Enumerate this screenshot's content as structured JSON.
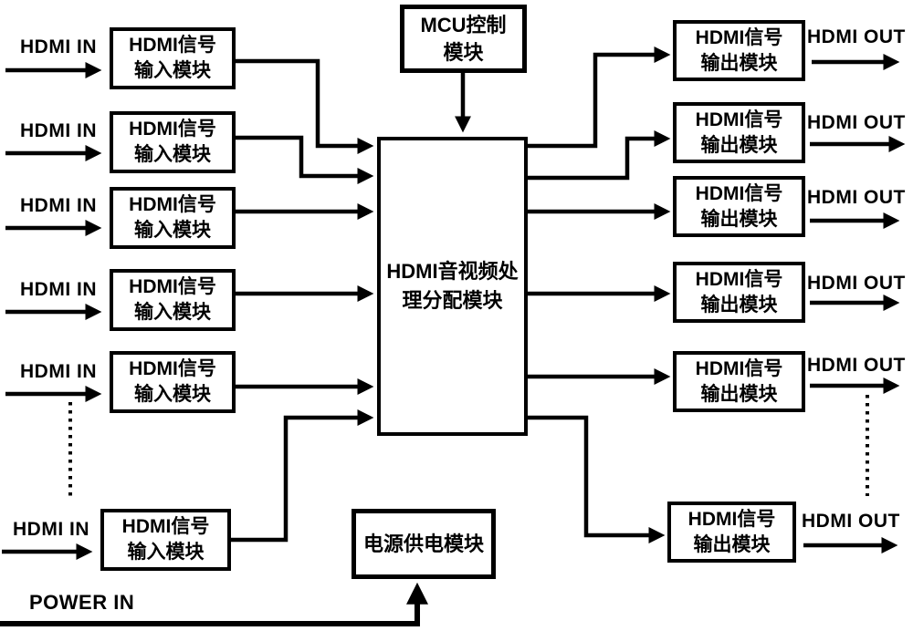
{
  "colors": {
    "ink": "#000000",
    "background": "#ffffff"
  },
  "input_rows": [
    {
      "port_label": "HDMI IN",
      "box_line1": "HDMI信号",
      "box_line2": "输入模块"
    },
    {
      "port_label": "HDMI IN",
      "box_line1": "HDMI信号",
      "box_line2": "输入模块"
    },
    {
      "port_label": "HDMI IN",
      "box_line1": "HDMI信号",
      "box_line2": "输入模块"
    },
    {
      "port_label": "HDMI IN",
      "box_line1": "HDMI信号",
      "box_line2": "输入模块"
    },
    {
      "port_label": "HDMI IN",
      "box_line1": "HDMI信号",
      "box_line2": "输入模块"
    },
    {
      "port_label": "HDMI IN",
      "box_line1": "HDMI信号",
      "box_line2": "输入模块"
    }
  ],
  "output_rows": [
    {
      "port_label": "HDMI OUT",
      "box_line1": "HDMI信号",
      "box_line2": "输出模块"
    },
    {
      "port_label": "HDMI OUT",
      "box_line1": "HDMI信号",
      "box_line2": "输出模块"
    },
    {
      "port_label": "HDMI OUT",
      "box_line1": "HDMI信号",
      "box_line2": "输出模块"
    },
    {
      "port_label": "HDMI OUT",
      "box_line1": "HDMI信号",
      "box_line2": "输出模块"
    },
    {
      "port_label": "HDMI OUT",
      "box_line1": "HDMI信号",
      "box_line2": "输出模块"
    },
    {
      "port_label": "HDMI OUT",
      "box_line1": "HDMI信号",
      "box_line2": "输出模块"
    }
  ],
  "mcu_box": {
    "line1": "MCU控制",
    "line2": "模块"
  },
  "processor_box": {
    "line1": "HDMI音视频处",
    "line2": "理分配模块"
  },
  "power_box": {
    "label": "电源供电模块"
  },
  "power_in_label": "POWER IN"
}
